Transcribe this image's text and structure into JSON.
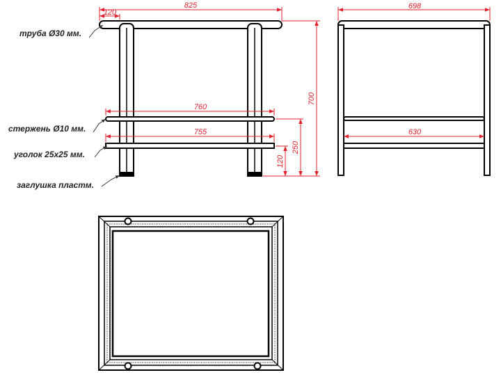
{
  "colors": {
    "frame": "#000000",
    "dimension": "#e0202a",
    "leader": "#333333",
    "label": "#222222"
  },
  "labels": {
    "pipe": "труба Ø30 мм.",
    "rod": "стержень Ø10 мм.",
    "angle": "уголок 25х25 мм.",
    "cap": "заглушка пластм."
  },
  "dimensions": {
    "front_total_width": "825",
    "front_overhang": "120",
    "rod_length": "760",
    "angle_length": "755",
    "total_height": "700",
    "rod_height": "250",
    "angle_height": "120",
    "side_total_width": "698",
    "side_rod_length": "630"
  }
}
